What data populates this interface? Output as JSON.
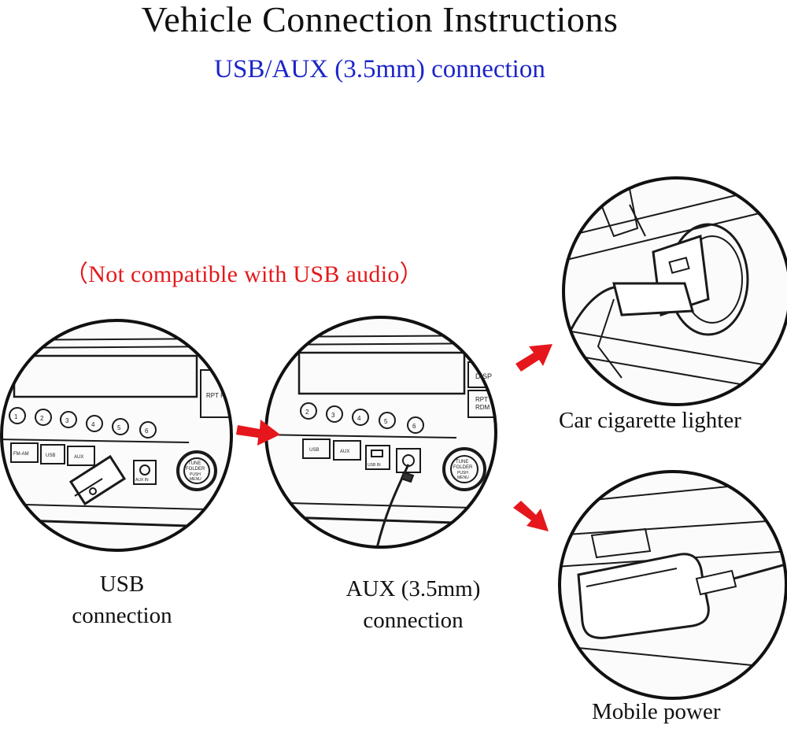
{
  "header": {
    "title": "Vehicle Connection Instructions",
    "subtitle": "USB/AUX (3.5mm) connection"
  },
  "note": "（Not compatible with USB audio）",
  "diagram": {
    "usb_panel": {
      "label_line1": "USB",
      "label_line2": "connection",
      "buttons": [
        "1",
        "2",
        "3",
        "4",
        "5",
        "6"
      ],
      "keys": [
        "FM-AM",
        "USB",
        "AUX"
      ],
      "port_label": "AUX IN",
      "knob_label_1": "TUNE",
      "knob_label_2": "FOLDER",
      "knob_label_3": "PUSH",
      "knob_label_4": "MENU",
      "side_label": "RPT RDM"
    },
    "aux_panel": {
      "label_line1": "AUX (3.5mm)",
      "label_line2": "connection",
      "buttons": [
        "2",
        "3",
        "4",
        "5",
        "6"
      ],
      "keys": [
        "USB",
        "AUX"
      ],
      "port_label": "USB IN",
      "side_label_1": "DISP",
      "side_label_2": "RPT",
      "side_label_3": "RDM",
      "knob_label_1": "TUNE",
      "knob_label_2": "FOLDER",
      "knob_label_3": "PUSH",
      "knob_label_4": "MENU"
    },
    "cigarette": {
      "label": "Car cigarette lighter"
    },
    "mobile": {
      "label": "Mobile power"
    },
    "arrow_color": "#e5171c"
  }
}
